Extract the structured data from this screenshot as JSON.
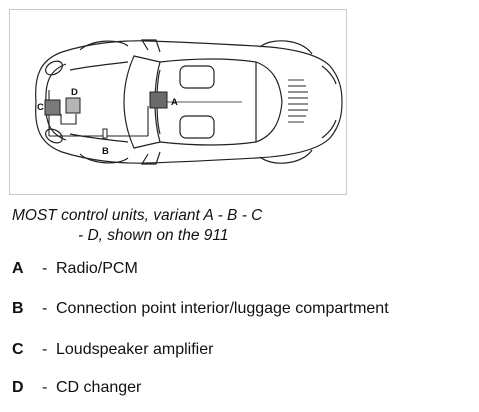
{
  "diagram": {
    "caption_line1": "MOST control units, variant A - B - C",
    "caption_line2": "- D, shown on the 911",
    "unit_labels": {
      "A": "A",
      "B": "B",
      "C": "C",
      "D": "D"
    },
    "colors": {
      "unit_A_fill": "#6a6a6a",
      "unit_C_fill": "#7a7a7a",
      "unit_D_fill": "#b5b5b5",
      "line": "#222222",
      "frame_border": "#c9c9c9"
    }
  },
  "legend": [
    {
      "key": "A",
      "dash": "-",
      "text": "Radio/PCM"
    },
    {
      "key": "B",
      "dash": "-",
      "text": "Connection point interior/luggage compartment"
    },
    {
      "key": "C",
      "dash": "-",
      "text": "Loudspeaker amplifier"
    },
    {
      "key": "D",
      "dash": "-",
      "text": "CD changer"
    }
  ]
}
